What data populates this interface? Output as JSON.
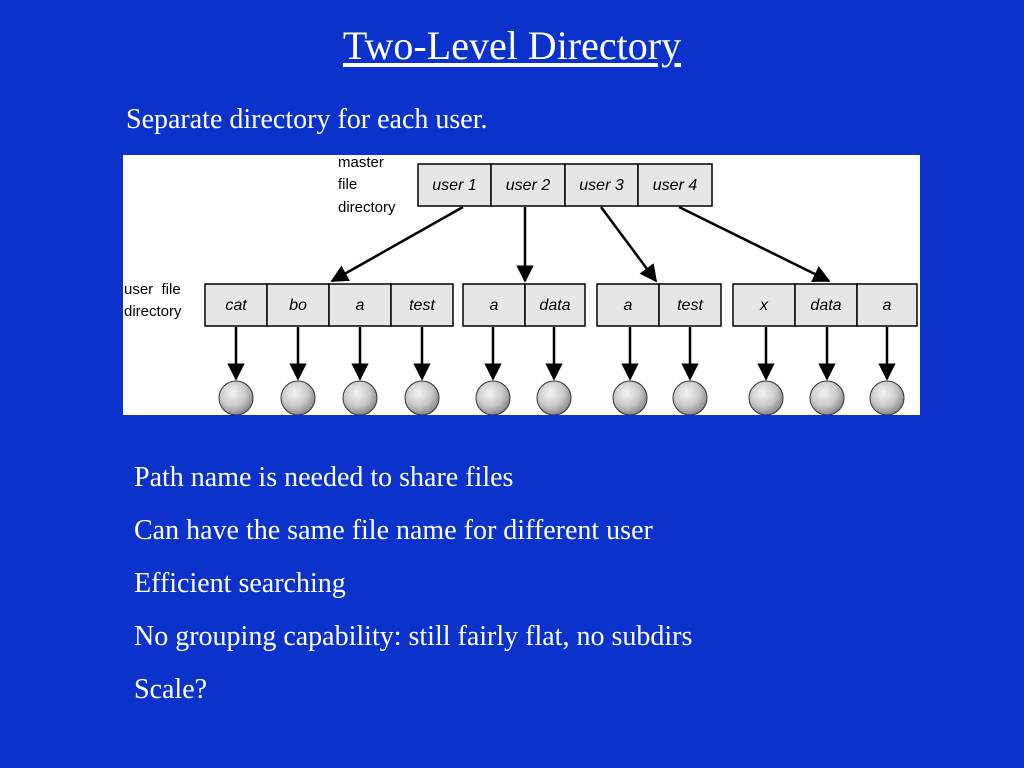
{
  "title": "Two-Level Directory",
  "subtitle": "Separate directory for each user.",
  "diagram": {
    "master_label": [
      "master",
      "file",
      "directory"
    ],
    "user_label": [
      "user  file",
      "directory"
    ],
    "master_entries": [
      "user 1",
      "user 2",
      "user 3",
      "user 4"
    ],
    "user_directories": [
      [
        "cat",
        "bo",
        "a",
        "test"
      ],
      [
        "a",
        "data"
      ],
      [
        "a",
        "test"
      ],
      [
        "x",
        "data",
        "a"
      ]
    ]
  },
  "bullets": [
    "Path name is needed to share files",
    "Can have the same file name for different user",
    "Efficient searching",
    "No grouping capability: still fairly flat, no subdirs",
    "Scale?"
  ]
}
